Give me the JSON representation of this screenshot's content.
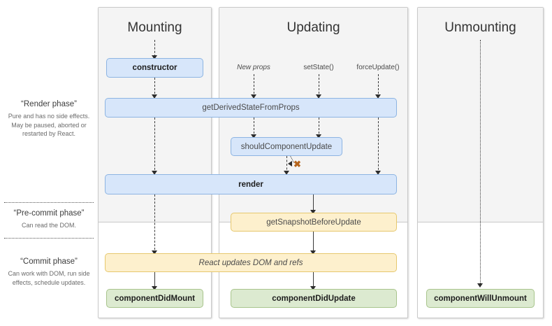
{
  "phases": [
    {
      "title": "“Render phase”",
      "description": "Pure and has no side effects. May be paused, aborted or restarted by React."
    },
    {
      "title": "“Pre-commit phase”",
      "description": "Can read the DOM."
    },
    {
      "title": "“Commit phase”",
      "description": "Can work with DOM, run side effects, schedule updates."
    }
  ],
  "columns": [
    {
      "title": "Mounting"
    },
    {
      "title": "Updating"
    },
    {
      "title": "Unmounting"
    }
  ],
  "triggers": [
    {
      "label": "New props"
    },
    {
      "label": "setState()"
    },
    {
      "label": "forceUpdate()"
    }
  ],
  "nodes": {
    "constructor": "constructor",
    "get_derived_state_from_props": "getDerivedStateFromProps",
    "should_component_update": "shouldComponentUpdate",
    "render": "render",
    "get_snapshot_before_update": "getSnapshotBeforeUpdate",
    "react_updates_dom": "React updates DOM and refs",
    "component_did_mount": "componentDidMount",
    "component_did_update": "componentDidUpdate",
    "component_will_unmount": "componentWillUnmount"
  },
  "annotations": {
    "skip_render_x": "✖"
  },
  "colors": {
    "blue_fill": "#d7e6fa",
    "blue_border": "#8db4e2",
    "yellow_fill": "#fdf0cd",
    "yellow_border": "#e6c86e",
    "green_fill": "#dcead0",
    "green_border": "#a8c48c",
    "column_shade": "#f4f4f4",
    "x_mark": "#b5651d"
  }
}
